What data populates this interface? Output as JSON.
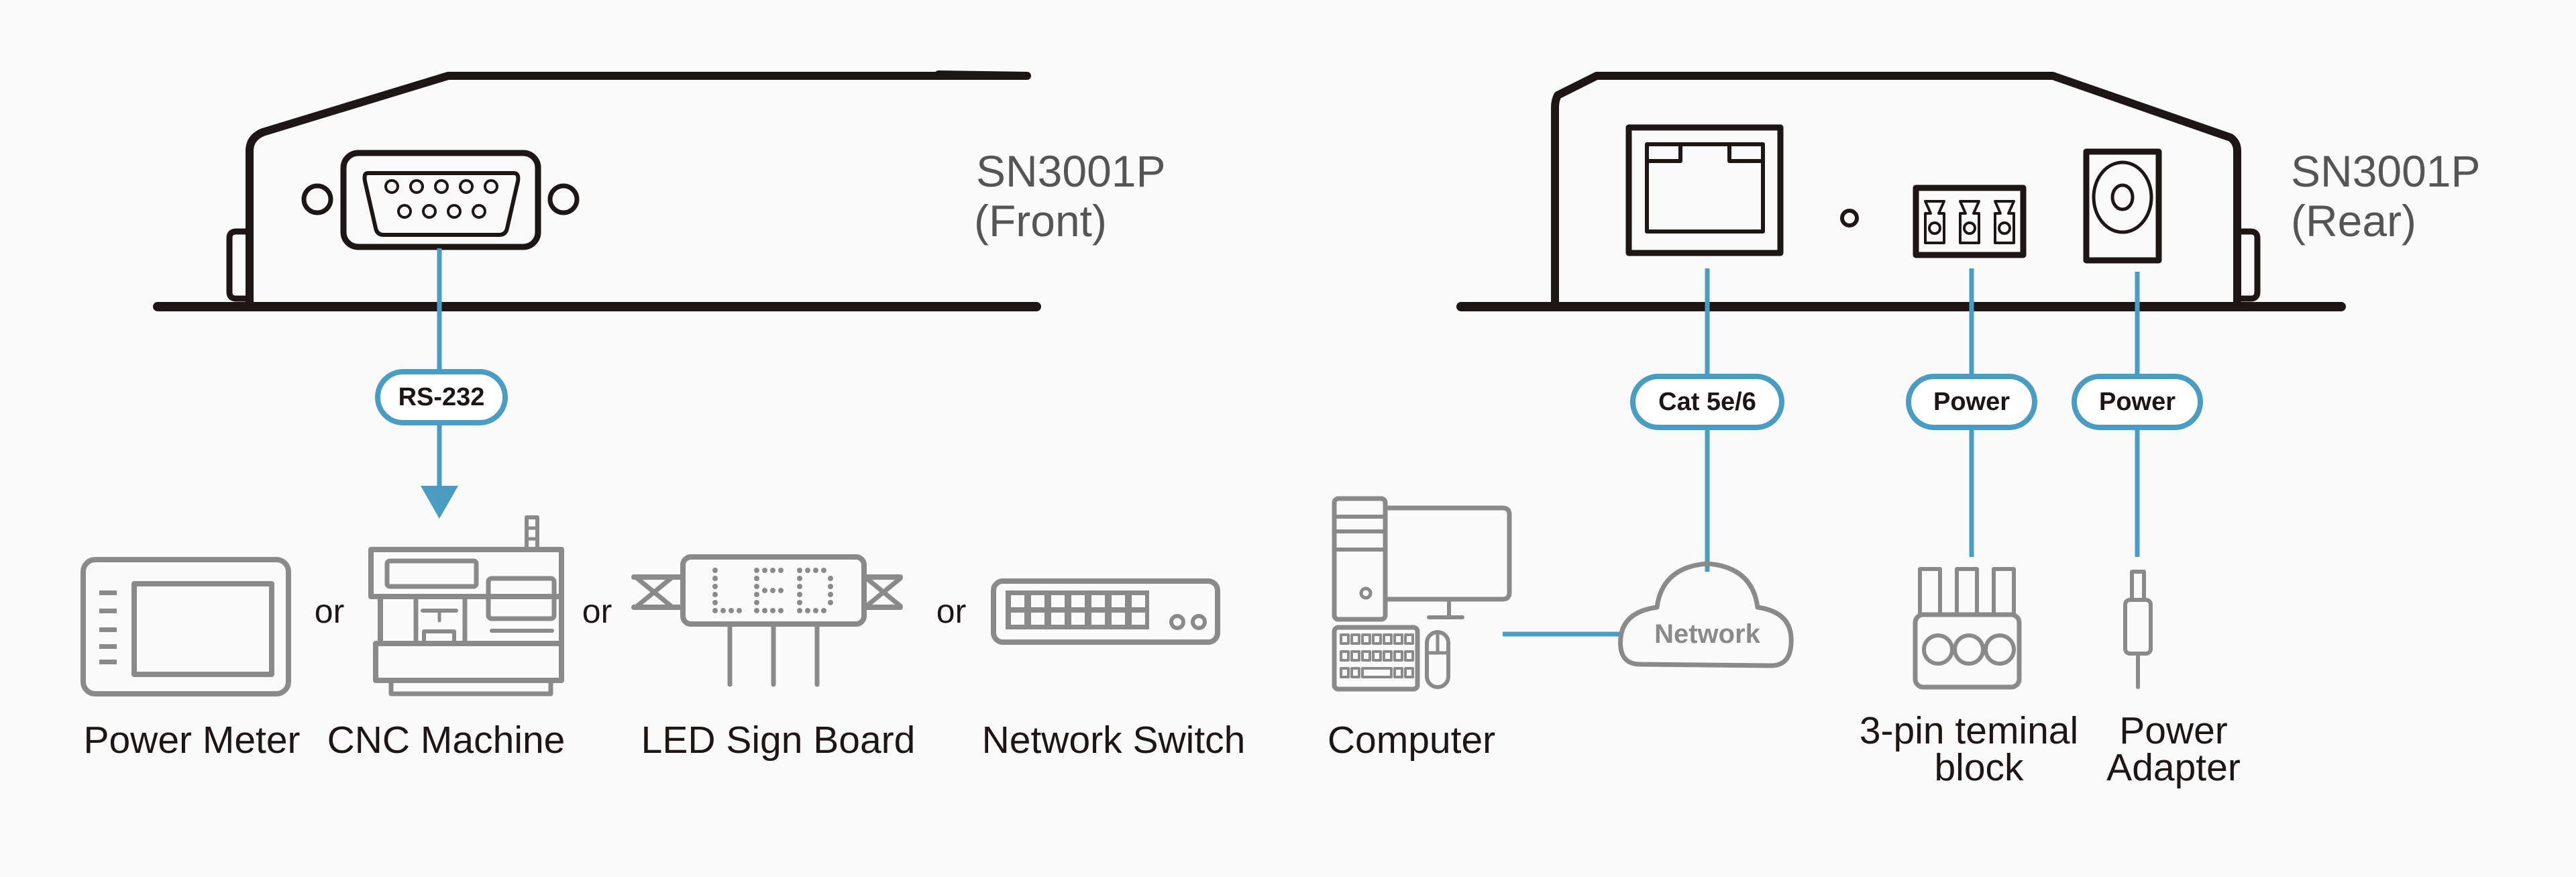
{
  "diagram": {
    "front_unit": {
      "model": "SN3001P",
      "view": "(Front)",
      "port": "DB-9 serial port"
    },
    "rear_unit": {
      "model": "SN3001P",
      "view": "(Rear)",
      "ports": [
        "RJ-45 LAN port",
        "Reset pinhole",
        "3-pin terminal block",
        "DC power jack"
      ]
    },
    "connections": {
      "rs232": "RS-232",
      "cat": "Cat 5e/6",
      "power_terminal": "Power",
      "power_adapter": "Power"
    },
    "serial_devices": [
      {
        "label": "Power Meter",
        "icon": "power-meter-icon"
      },
      {
        "label": "CNC Machine",
        "icon": "cnc-machine-icon"
      },
      {
        "label": "LED Sign Board",
        "icon": "led-sign-board-icon"
      },
      {
        "label": "Network Switch",
        "icon": "network-switch-icon"
      }
    ],
    "or_separator": "or",
    "network": {
      "cloud_label": "Network",
      "computer_label": "Computer"
    },
    "power_sources": {
      "terminal_label_line1": "3-pin teminal",
      "terminal_label_line2": "block",
      "adapter_label_line1": "Power",
      "adapter_label_line2": "Adapter"
    },
    "colors": {
      "cable": "#4a9cc2",
      "device_outline": "#1e1614",
      "icon_gray": "#8a8a8a",
      "model_text": "#555555",
      "background": "#fafafa"
    }
  }
}
